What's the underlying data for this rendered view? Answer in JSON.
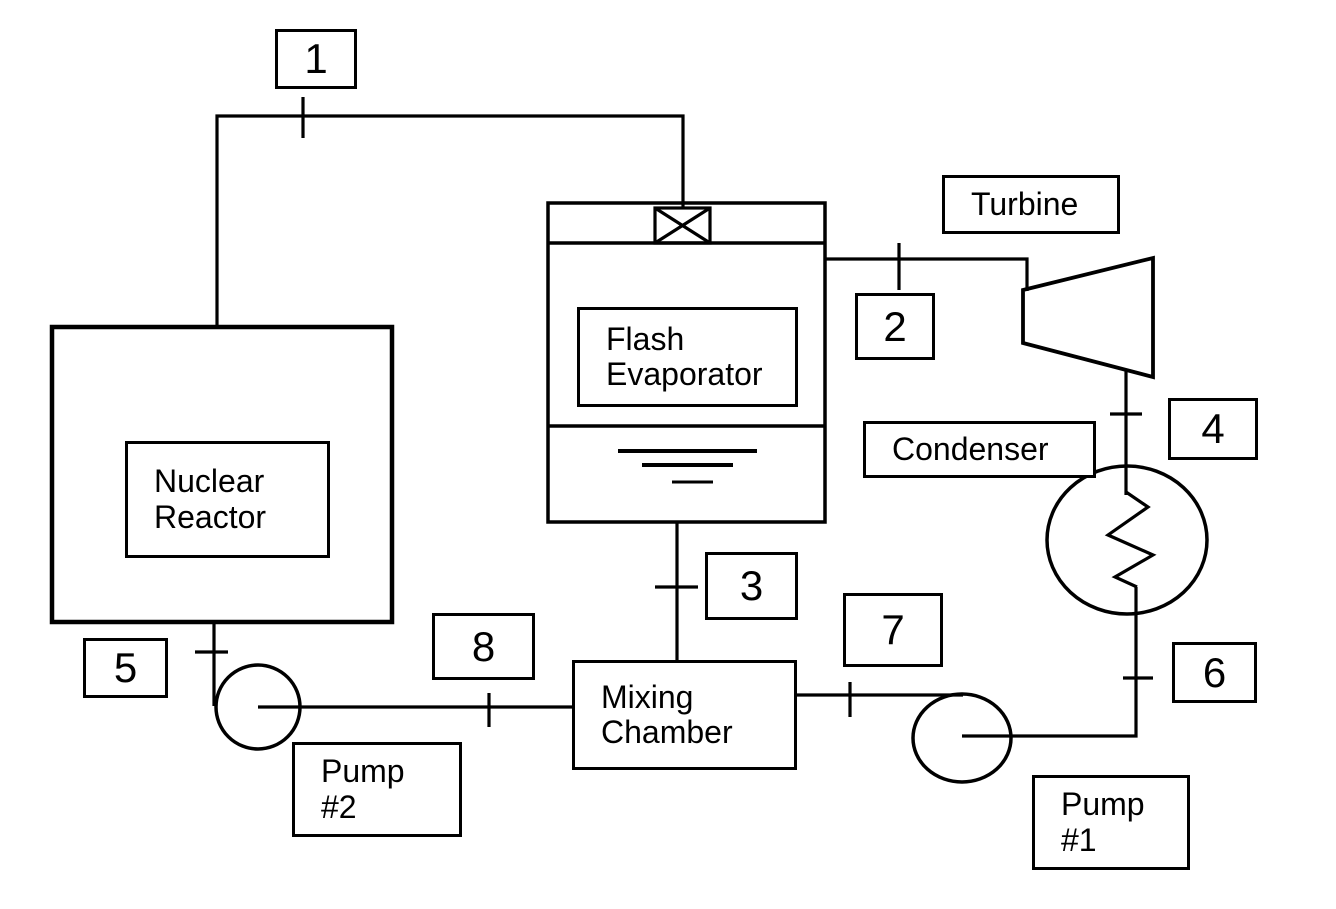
{
  "colors": {
    "line": "#000000",
    "background": "#ffffff"
  },
  "equipment": {
    "nuclear_reactor": {
      "label": "Nuclear\nReactor"
    },
    "flash_evaporator": {
      "label": "Flash\nEvaporator"
    },
    "turbine": {
      "label": "Turbine"
    },
    "condenser": {
      "label": "Condenser"
    },
    "mixing_chamber": {
      "label": "Mixing\nChamber"
    },
    "pump_1": {
      "label": "Pump\n#1"
    },
    "pump_2": {
      "label": "Pump\n#2"
    }
  },
  "state_points": [
    {
      "label": "1"
    },
    {
      "label": "2"
    },
    {
      "label": "3"
    },
    {
      "label": "4"
    },
    {
      "label": "5"
    },
    {
      "label": "6"
    },
    {
      "label": "7"
    },
    {
      "label": "8"
    }
  ],
  "icons": {
    "valve": "crossed-box",
    "pump": "circle",
    "turbine": "trapezoid",
    "condenser_coil": "zigzag",
    "liquid_level": "stacked-lines"
  }
}
